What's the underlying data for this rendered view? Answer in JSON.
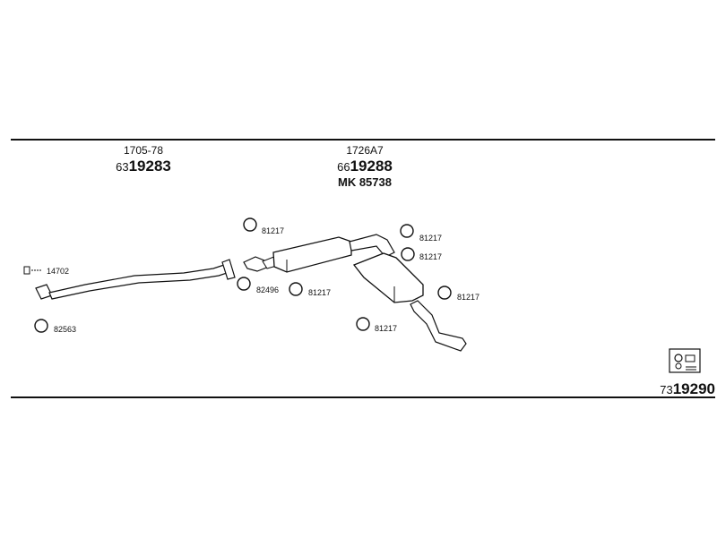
{
  "parts": {
    "front_pipe": {
      "code": "1705-78",
      "prefix": "63",
      "number": "19283"
    },
    "middle_silencer": {
      "code": "1726A7",
      "prefix": "66",
      "number": "19288",
      "mk": "MK  85738"
    },
    "kit": {
      "prefix": "73",
      "number": "19290"
    }
  },
  "labels": {
    "gasket_flange": "14702",
    "ring_front": "82563",
    "ring_a": "81217",
    "ring_b": "82496",
    "ring_c": "81217",
    "ring_d": "81217",
    "ring_e": "81217",
    "ring_f": "81217",
    "ring_g": "81217"
  }
}
